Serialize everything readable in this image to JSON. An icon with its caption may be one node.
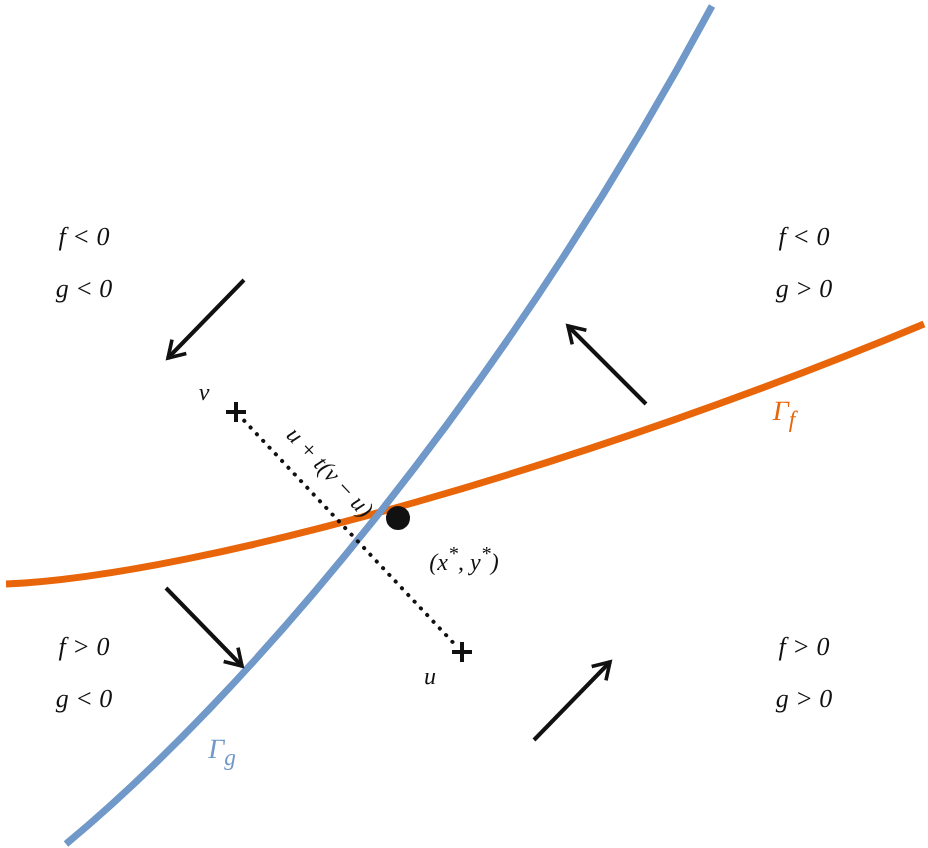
{
  "diagram": {
    "nodes": [
      {
        "text": [],
        "shape": "cross",
        "beside": [
          "v"
        ]
      },
      {
        "text": [],
        "shape": "circle",
        "beside": [
          "(x$^{*}$, y$^{*}$)"
        ]
      },
      {
        "text": [],
        "shape": "cross",
        "beside": [
          "u"
        ]
      }
    ],
    "edges": [
      {
        "from": 0,
        "to": 2,
        "arrow": "none",
        "style": "dashed",
        "label": "u + t(v − u)"
      }
    ],
    "labels": [
      "f < 0",
      "g < 0",
      "f < 0",
      "g > 0",
      "Γ$_{f}$",
      "f > 0",
      "g < 0",
      "f > 0",
      "g > 0",
      "Γ$_{g}$"
    ]
  }
}
